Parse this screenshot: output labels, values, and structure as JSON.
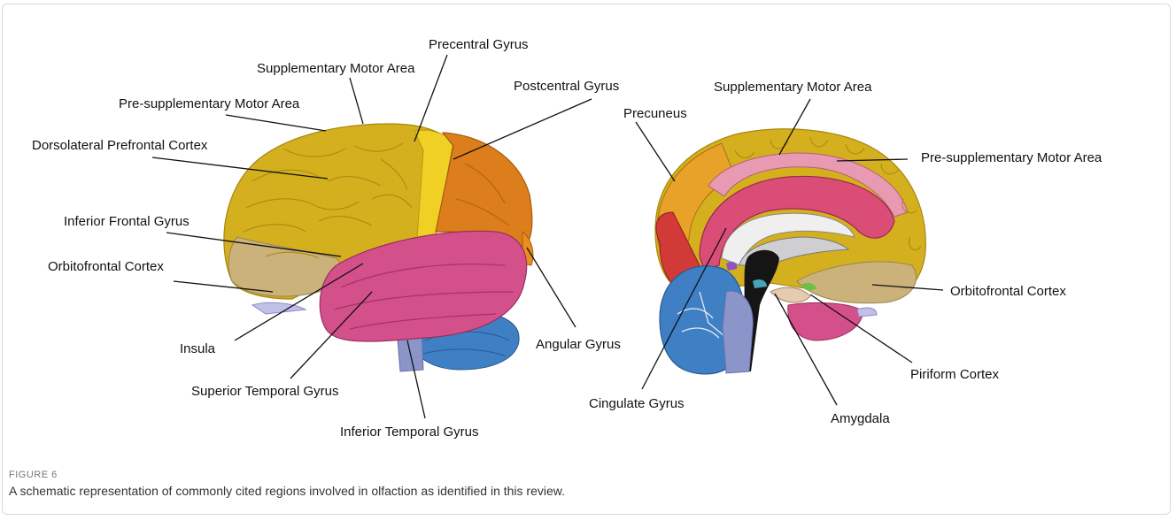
{
  "figure": {
    "number_label": "FIGURE 6",
    "caption": "A schematic representation of commonly cited regions involved in olfaction as identified in this review."
  },
  "colors": {
    "frontal_yellow": "#d4b01e",
    "precentral_yellow": "#e8c81c",
    "postcentral_orange": "#dc7e1c",
    "temporal_pink": "#d4508a",
    "cerebellum_blue": "#3f7fc4",
    "orbitofrontal_tan": "#cbb27a",
    "cingulate_pink": "#d94d76",
    "precuneus_red": "#d23a38"
  },
  "lateral_view": {
    "labels": {
      "precentral_gyrus": "Precentral Gyrus",
      "supplementary_motor_area": "Supplementary Motor Area",
      "postcentral_gyrus": "Postcentral Gyrus",
      "pre_supplementary_motor_area": "Pre-supplementary Motor Area",
      "dorsolateral_prefrontal_cortex": "Dorsolateral Prefrontal Cortex",
      "inferior_frontal_gyrus": "Inferior Frontal Gyrus",
      "orbitofrontal_cortex": "Orbitofrontal Cortex",
      "insula": "Insula",
      "angular_gyrus": "Angular Gyrus",
      "superior_temporal_gyrus": "Superior Temporal Gyrus",
      "inferior_temporal_gyrus": "Inferior Temporal Gyrus"
    }
  },
  "medial_view": {
    "labels": {
      "supplementary_motor_area": "Supplementary Motor Area",
      "precuneus": "Precuneus",
      "pre_supplementary_motor_area": "Pre-supplementary Motor Area",
      "orbitofrontal_cortex": "Orbitofrontal Cortex",
      "piriform_cortex": "Piriform Cortex",
      "cingulate_gyrus": "Cingulate Gyrus",
      "amygdala": "Amygdala"
    }
  }
}
